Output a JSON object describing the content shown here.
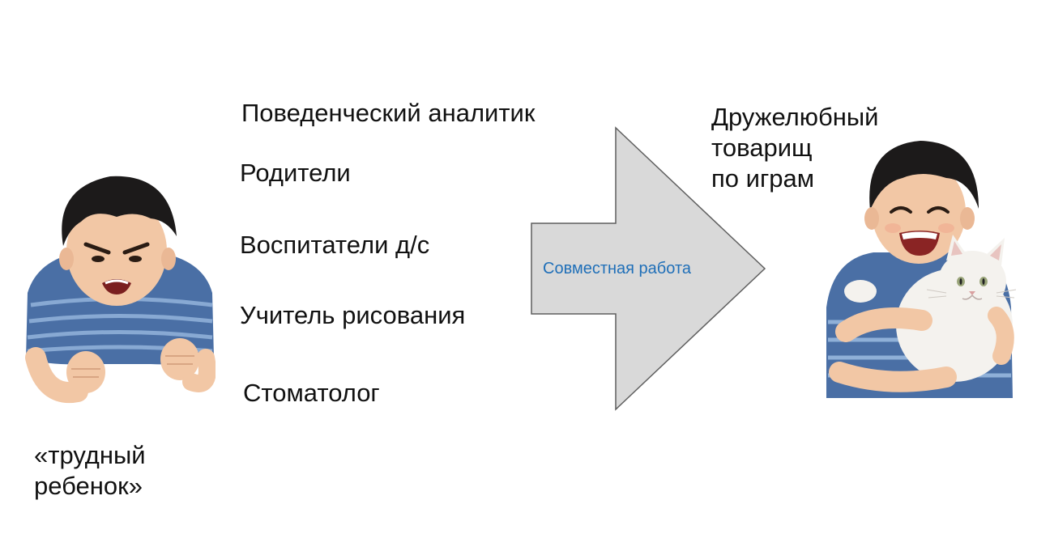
{
  "specialists": [
    "Поведенческий аналитик",
    "Родители",
    "Воспитатели д/с",
    "Учитель рисования",
    "Стоматолог"
  ],
  "before_label": [
    "«трудный",
    "ребенок»"
  ],
  "after_label": [
    "Дружелюбный",
    "товарищ",
    "по играм"
  ],
  "arrow": {
    "label": "Совместная работа",
    "fill": "#d9d9d9",
    "stroke": "#5f5f5f",
    "label_color": "#1f6fb8"
  },
  "figures": {
    "before": "angry-boy-figure",
    "after": "smiling-boy-holding-cat-figure"
  },
  "colors": {
    "text": "#111111",
    "shirt": "#4a6fa5",
    "hair": "#1c1a1a",
    "skin": "#f2c7a5",
    "cat": "#f4f2ee"
  }
}
